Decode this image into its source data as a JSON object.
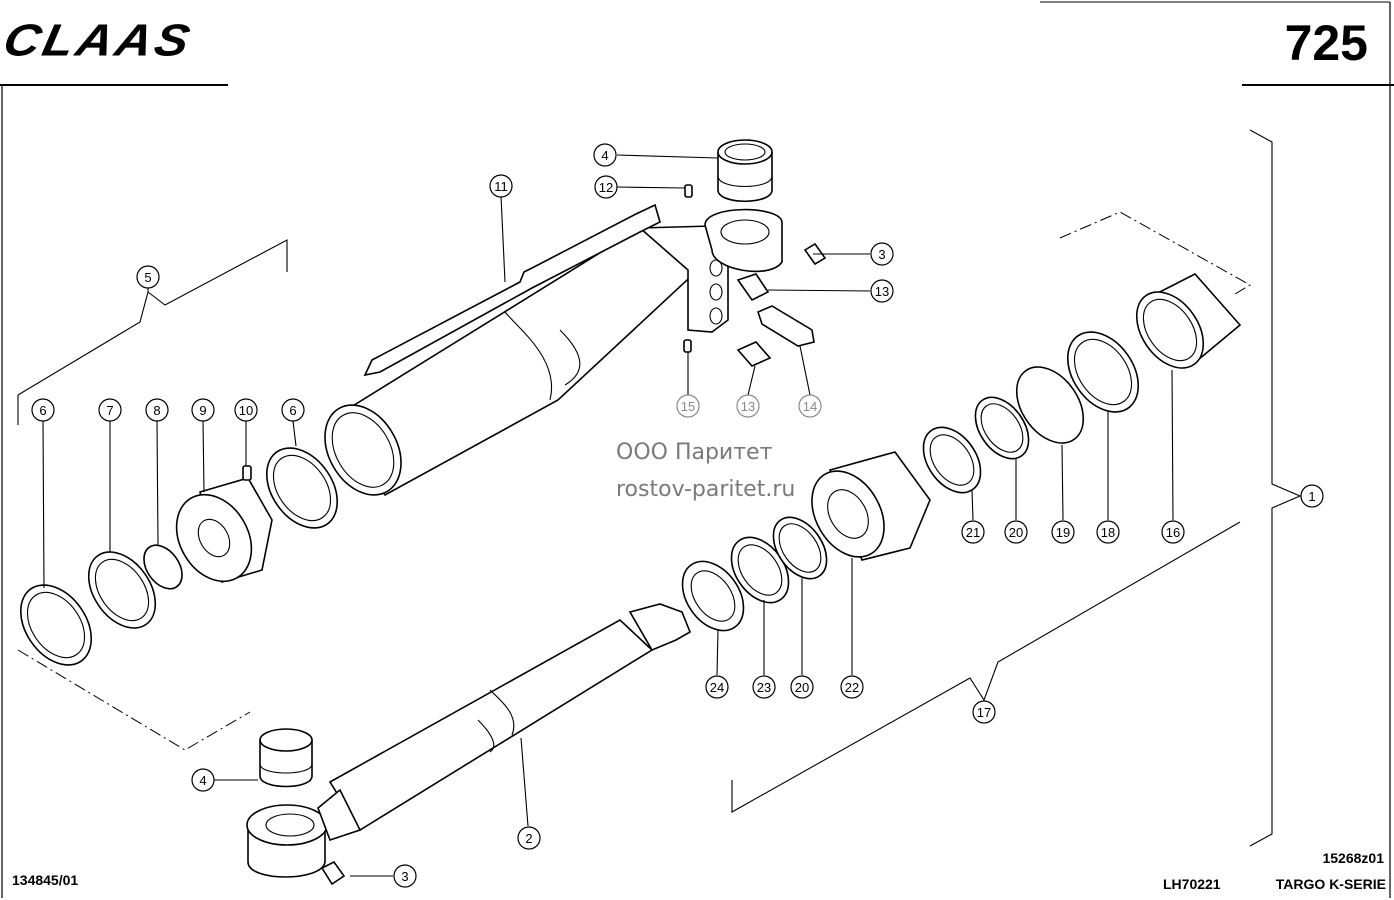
{
  "header": {
    "brand": "CLAAS",
    "sheet_number": "725"
  },
  "watermark": {
    "line1": "ООО Паритет",
    "line2": "rostov-paritet.ru"
  },
  "footer": {
    "left_code": "134845/01",
    "drawing_code": "15268z01",
    "ref_code": "LH70221",
    "series": "TARGO K-SERIE"
  },
  "callouts": {
    "c1": "1",
    "c2": "2",
    "c3a": "3",
    "c3b": "3",
    "c4a": "4",
    "c4b": "4",
    "c5": "5",
    "c6a": "6",
    "c6b": "6",
    "c7": "7",
    "c8": "8",
    "c9": "9",
    "c10": "10",
    "c11": "11",
    "c12": "12",
    "c13a": "13",
    "c13b": "13",
    "c14": "14",
    "c15": "15",
    "c16": "16",
    "c17": "17",
    "c18": "18",
    "c19": "19",
    "c20a": "20",
    "c20b": "20",
    "c21": "21",
    "c22": "22",
    "c23": "23",
    "c24": "24"
  }
}
